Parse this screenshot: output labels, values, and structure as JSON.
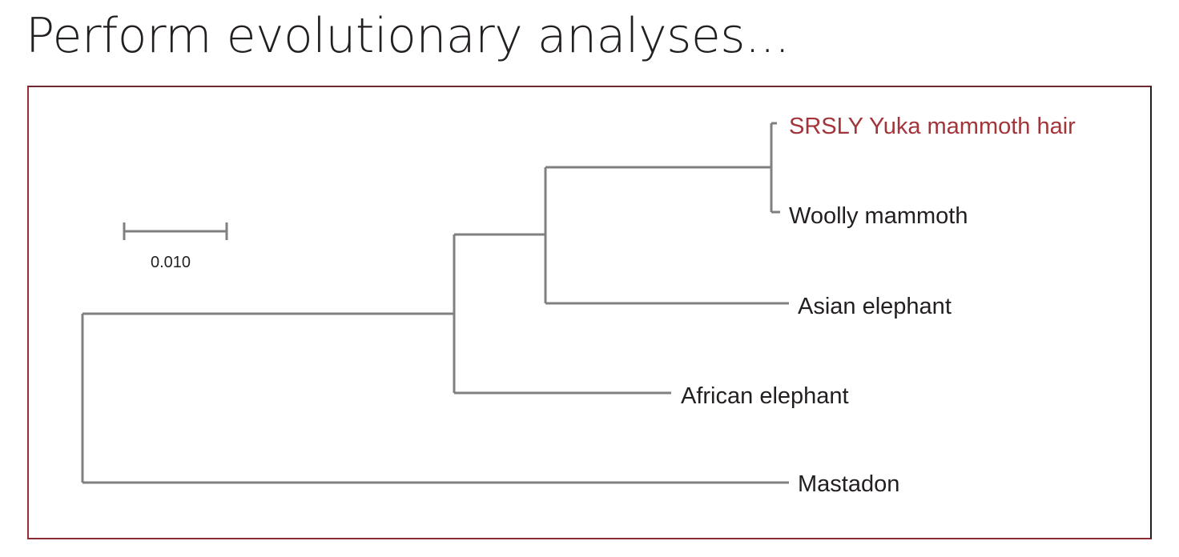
{
  "header": {
    "title": "Perform evolutionary analyses..."
  },
  "tree": {
    "taxa": [
      {
        "label": "SRSLY Yuka mammoth hair",
        "highlighted": true
      },
      {
        "label": "Woolly mammoth",
        "highlighted": false
      },
      {
        "label": "Asian elephant",
        "highlighted": false
      },
      {
        "label": "African elephant",
        "highlighted": false
      },
      {
        "label": "Mastadon",
        "highlighted": false
      }
    ],
    "scale_bar": {
      "label": "0.010"
    }
  },
  "colors": {
    "title_text": "#231f20",
    "branch": "#808080",
    "highlight": "#a3343a",
    "frame_left": "#9b2c34",
    "frame_right": "#231f20"
  }
}
